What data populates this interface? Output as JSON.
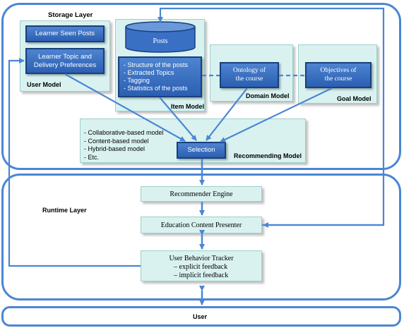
{
  "storage_layer": {
    "title": "Storage Layer",
    "user_model": {
      "label": "User Model",
      "learner_seen_posts": "Learner Seen Posts",
      "preferences_line1": "Learner Topic and",
      "preferences_line2": "Delivery Preferences"
    },
    "item_model": {
      "label": "Item Model",
      "posts": "Posts",
      "items": [
        "- Structure of the posts",
        " - Extracted Topics",
        "- Tagging",
        "- Statistics of the posts"
      ]
    },
    "domain_model": {
      "label": "Domain Model",
      "ontology_line1": "Ontology of",
      "ontology_line2": "the course"
    },
    "goal_model": {
      "label": "Goal Model",
      "objectives_line1": "Objectives of",
      "objectives_line2": "the course"
    },
    "recommending_model": {
      "label": "Recommending Model",
      "items": [
        "- Collaborative-based model",
        "- Content-based model",
        "- Hybrid-based model",
        "- Etc."
      ],
      "selection": "Selection"
    }
  },
  "runtime_layer": {
    "title": "Runtime Layer",
    "recommender_engine": "Recommender Engine",
    "education_content_presenter": "Education Content Presenter",
    "user_behavior_tracker": {
      "title": "User Behavior Tracker",
      "explicit": "– explicit feedback",
      "implicit": "– implicit feedback"
    }
  },
  "user": "User",
  "colors": {
    "layer_border": "#4a86d4",
    "panel_fill": "#d9f2f0",
    "box_fill": "#3a70c4",
    "arrow": "#4a86d4"
  }
}
